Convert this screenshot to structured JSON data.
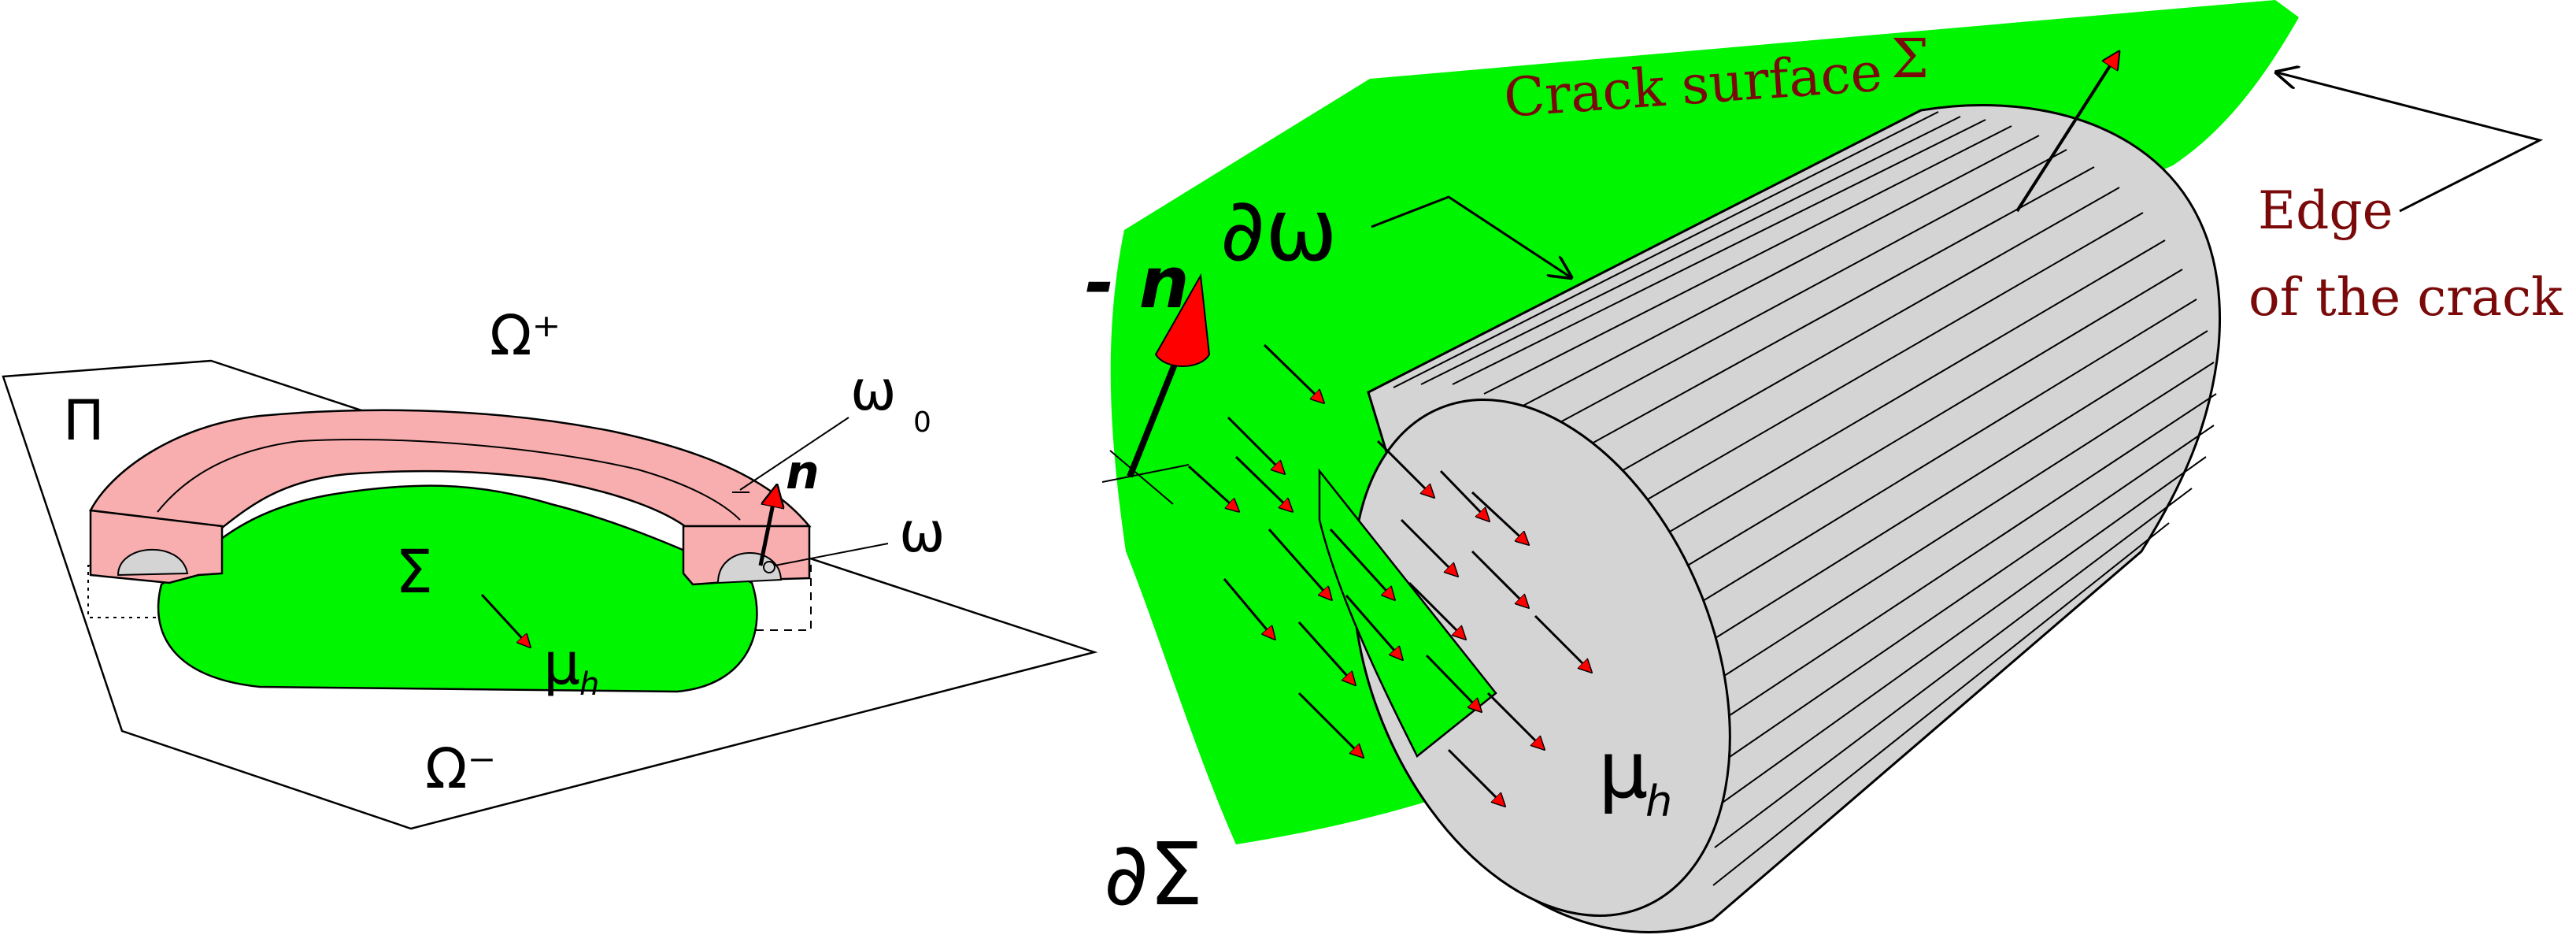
{
  "colors": {
    "crack_green": "#00f500",
    "tube_pink": "#f8aeae",
    "cylinder_grey": "#d4d4d4",
    "arrow_red": "#ff0000",
    "caption_dark_red": "#7a0a0a",
    "line": "#000000"
  },
  "left_panel": {
    "plane_label": "Π",
    "upper_domain_label": "Ω⁺",
    "lower_domain_label": "Ω⁻",
    "tube_label": "ω",
    "tube_label_subscript": "0",
    "cross_section_label": "ω",
    "normal_label": "n",
    "surface_label": "Σ",
    "measure_label": "μ",
    "measure_subscript": "h"
  },
  "right_panel": {
    "crack_surface_caption": "Crack surface",
    "crack_surface_symbol": "Σ",
    "edge_caption_line1": "Edge",
    "edge_caption_line2": "of the crack",
    "boundary_omega_label": "∂ω",
    "minus_normal_label": "- n",
    "boundary_sigma_label": "∂Σ",
    "measure_label": "μ",
    "measure_subscript": "h"
  }
}
